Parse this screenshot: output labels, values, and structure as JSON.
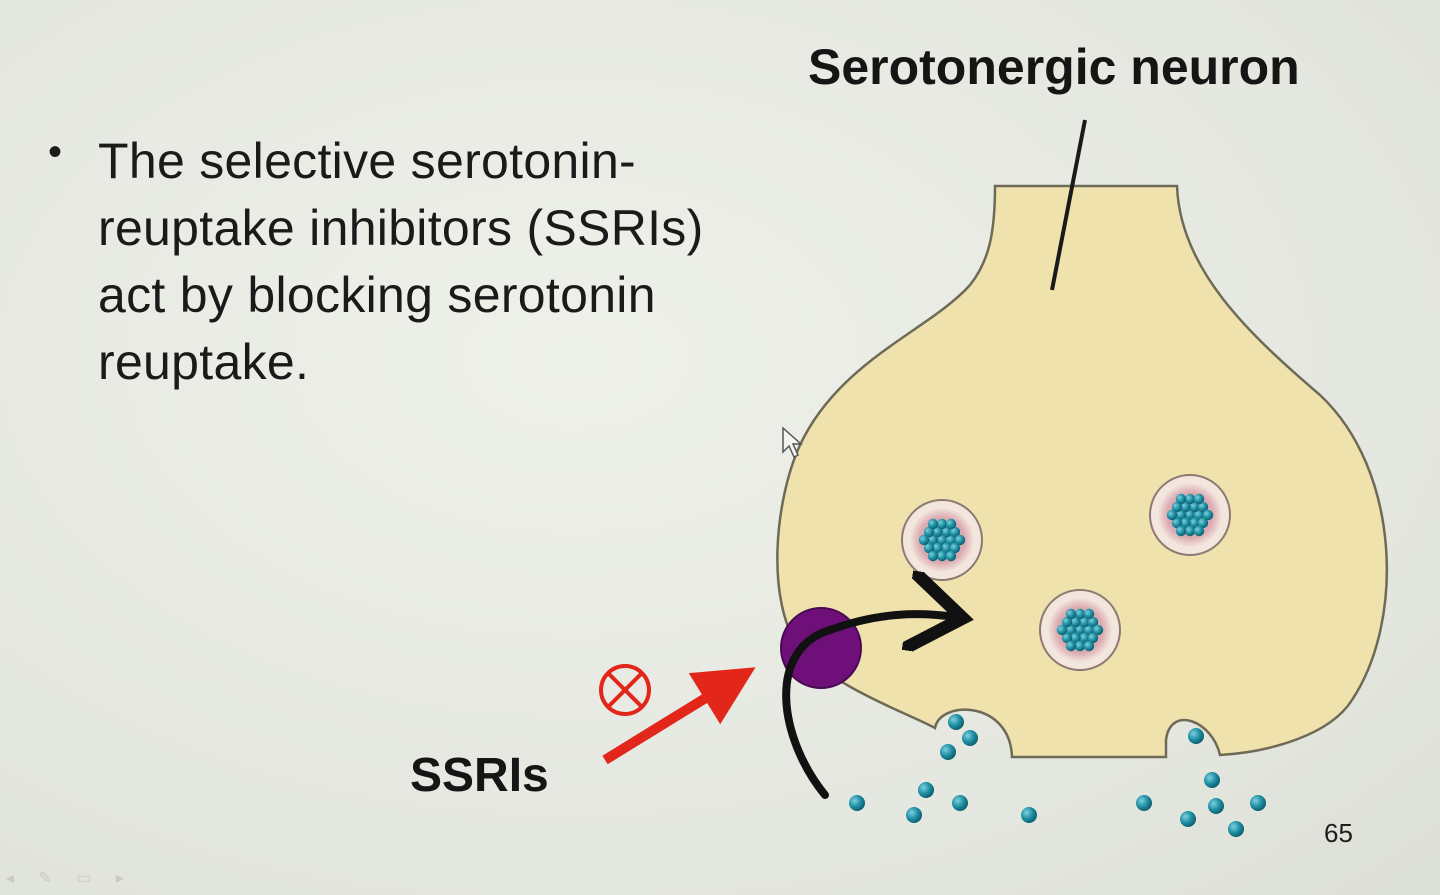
{
  "slide": {
    "bullet_lines": [
      "The selective serotonin-",
      "reuptake inhibitors (SSRIs)",
      "act by blocking serotonin",
      "reuptake."
    ],
    "neuron_label": "Serotonergic neuron",
    "drug_label": "SSRIs",
    "page_number": "65"
  },
  "colors": {
    "neuron_fill": "#f0e2ad",
    "neuron_stroke": "#6e6a58",
    "serotonin": "#1e8fa3",
    "transporter": "#6e0f7a",
    "ssri_arrow": "#e2261a",
    "block_symbol": "#e2261a",
    "vesicle_ring": "#cf9aa3"
  },
  "icons": {
    "block": "circled-times-icon",
    "cursor": "mouse-pointer-icon"
  }
}
